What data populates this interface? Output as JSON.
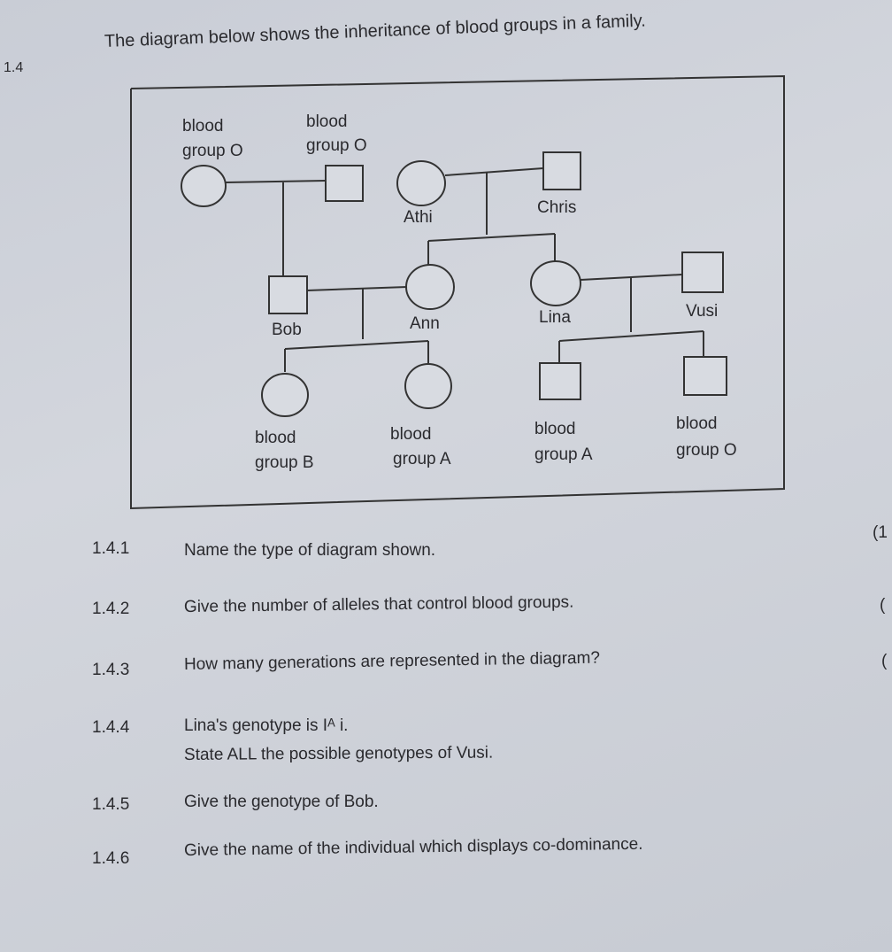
{
  "question": {
    "number": "1.4",
    "intro": "The diagram below shows the inheritance of blood groups in a family."
  },
  "pedigree": {
    "top_left_label": [
      "blood",
      "group O"
    ],
    "top_right_label": [
      "blood",
      "group O"
    ],
    "names": {
      "athi": "Athi",
      "chris": "Chris",
      "bob": "Bob",
      "ann": "Ann",
      "lina": "Lina",
      "vusi": "Vusi"
    },
    "child_labels": [
      [
        "blood",
        "group B"
      ],
      [
        "blood",
        "group A"
      ],
      [
        "blood",
        "group A"
      ],
      [
        "blood",
        "group O"
      ]
    ]
  },
  "subquestions": [
    {
      "num": "1.4.1",
      "text": "Name the type of diagram shown.",
      "mark": "(1"
    },
    {
      "num": "1.4.2",
      "text": "Give the number of alleles that control blood groups.",
      "mark": "("
    },
    {
      "num": "1.4.3",
      "text": "How many generations are represented in the diagram?",
      "mark": "("
    },
    {
      "num": "1.4.4",
      "text": "Lina's genotype is Iᴬ i.",
      "mark": ""
    },
    {
      "num": "",
      "text": "State ALL the possible genotypes of Vusi.",
      "mark": ""
    },
    {
      "num": "1.4.5",
      "text": "Give the genotype of Bob.",
      "mark": ""
    },
    {
      "num": "1.4.6",
      "text": "Give the name of the individual which displays co-dominance.",
      "mark": ""
    }
  ]
}
